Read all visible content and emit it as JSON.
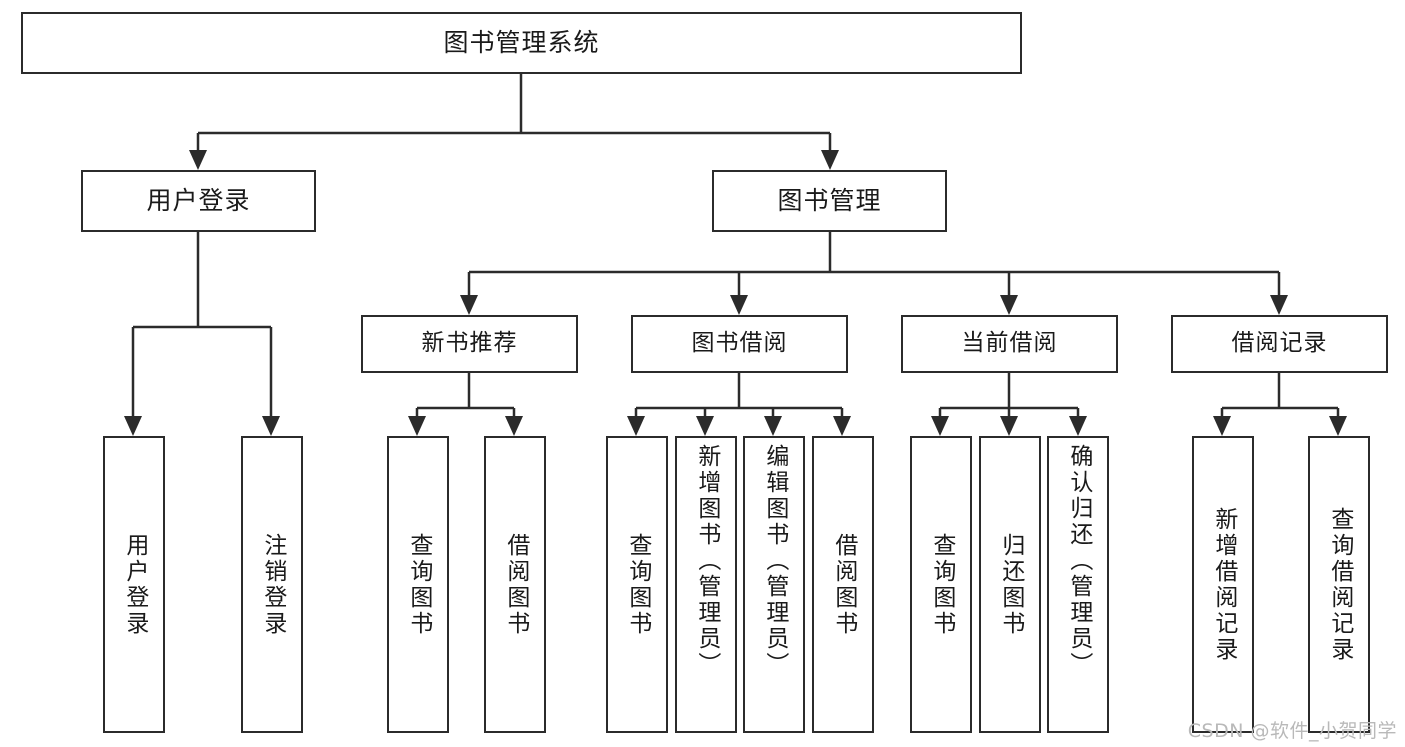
{
  "diagram": {
    "type": "tree-hierarchy-chart",
    "title": "图书管理系统",
    "watermark": "CSDN @软件_小贺同学",
    "colors": {
      "stroke": "#2b2b2b",
      "fill": "#ffffff",
      "text": "#1a1a1a",
      "watermark": "#b9b9b9"
    },
    "root": {
      "label": "图书管理系统"
    },
    "level2": [
      {
        "label": "用户登录"
      },
      {
        "label": "图书管理"
      }
    ],
    "level3": [
      {
        "label": "新书推荐"
      },
      {
        "label": "图书借阅"
      },
      {
        "label": "当前借阅"
      },
      {
        "label": "借阅记录"
      }
    ],
    "leaves": {
      "user_login": [
        {
          "label": "用户登录"
        },
        {
          "label": "注销登录"
        }
      ],
      "new_book_recommend": [
        {
          "label": "查询图书"
        },
        {
          "label": "借阅图书"
        }
      ],
      "book_borrow": [
        {
          "label": "查询图书"
        },
        {
          "label": "新增图书（管理员）"
        },
        {
          "label": "编辑图书（管理员）"
        },
        {
          "label": "借阅图书"
        }
      ],
      "current_borrow": [
        {
          "label": "查询图书"
        },
        {
          "label": "归还图书"
        },
        {
          "label": "确认归还（管理员）"
        }
      ],
      "borrow_records": [
        {
          "label": "新增借阅记录"
        },
        {
          "label": "查询借阅记录"
        }
      ]
    }
  }
}
